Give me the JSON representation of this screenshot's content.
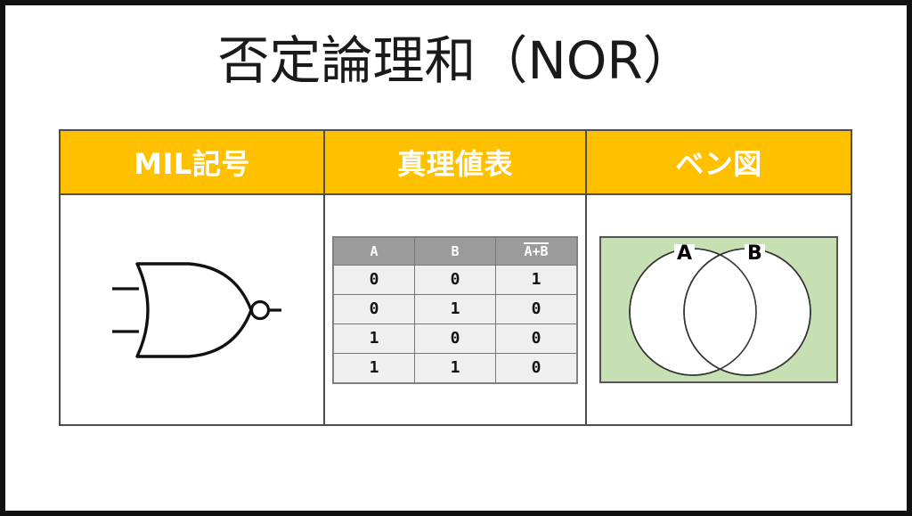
{
  "slide": {
    "title": "否定論理和（NOR）",
    "background_color": "#FFFFFF",
    "border_color": "#111111",
    "accent_color": "#FFC000",
    "venn_fill_color": "#C6E0B4",
    "table_header_gray": "#9B9B9B",
    "table_row_gray": "#EFEFEF"
  },
  "columns": {
    "headers": [
      {
        "label": "MIL記号",
        "name": "mil-symbol"
      },
      {
        "label": "真理値表",
        "name": "truth-table"
      },
      {
        "label": "ベン図",
        "name": "venn-diagram"
      }
    ]
  },
  "mil_symbol": {
    "gate_type": "NOR",
    "icon_name": "nor-gate-icon",
    "inputs": 2,
    "has_inversion_bubble": true
  },
  "truth_table": {
    "headers": [
      "A",
      "B",
      "A+B"
    ],
    "result_header_overline": true,
    "rows": [
      [
        "0",
        "0",
        "1"
      ],
      [
        "0",
        "1",
        "0"
      ],
      [
        "1",
        "0",
        "0"
      ],
      [
        "1",
        "1",
        "0"
      ]
    ]
  },
  "venn": {
    "label_a": "A",
    "label_b": "B",
    "shaded_region": "outside-both",
    "circle_fill": "#FFFFFF",
    "universe_fill": "#C6E0B4"
  }
}
